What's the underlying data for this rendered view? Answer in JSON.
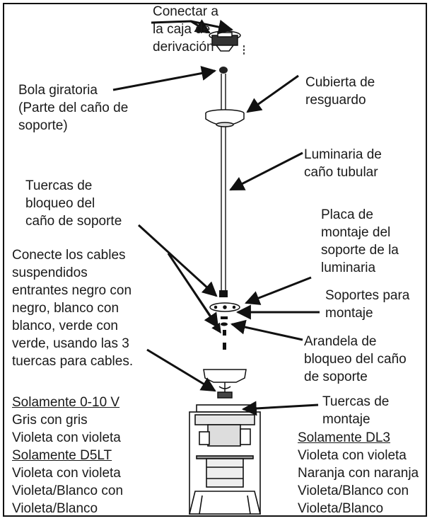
{
  "labels": {
    "junction_box": "Conectar a\nla caja de\nderivación",
    "swivel_ball": "Bola giratoria\n(Parte del caño de\nsoporte)",
    "canopy": "Cubierta de\nresguardo",
    "pendant": "Luminaria de\ncaño tubular",
    "lock_nuts": "Tuercas de\nbloqueo del\ncaño de soporte",
    "mount_plate": "Placa de\nmontaje del\nsoporte de la\nluminaria",
    "connect_wires": "Conecte los cables\nsuspendidos\nentrantes negro con\nnegro, blanco con\nblanco, verde con\nverde, usando las 3\ntuercas para cables.",
    "brackets": "Soportes para\nmontaje",
    "lock_washer": "Arandela de\nbloqueo del caño\nde soporte",
    "mount_nuts": "Tuercas de\nmontaje"
  },
  "wiring": {
    "v010_title": "Solamente 0-10 V",
    "v010_lines": "Gris con gris\nVioleta con violeta",
    "d5lt_title": "Solamente D5LT",
    "d5lt_lines": "Violeta con violeta\nVioleta/Blanco con\nVioleta/Blanco",
    "dl3_title": "Solamente DL3",
    "dl3_lines": "Violeta con violeta\nNaranja con naranja\nVioleta/Blanco con\nVioleta/Blanco"
  }
}
